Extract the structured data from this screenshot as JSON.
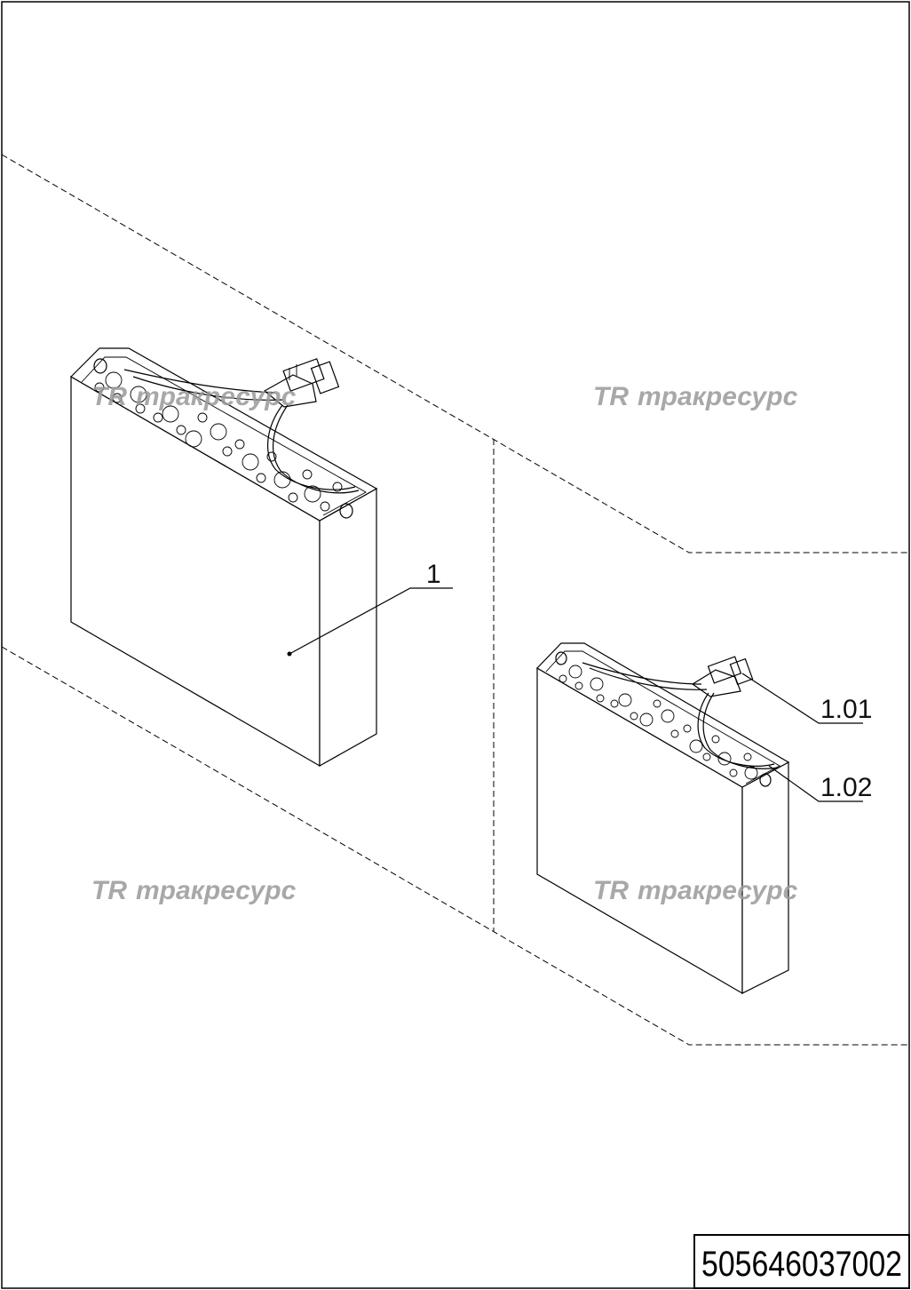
{
  "drawing": {
    "callouts": {
      "main_battery": "1",
      "connector": "1.01",
      "cable": "1.02"
    },
    "watermark": {
      "logo_glyph": "TR",
      "text": "тракресурс"
    },
    "document_number": "505646037002"
  }
}
